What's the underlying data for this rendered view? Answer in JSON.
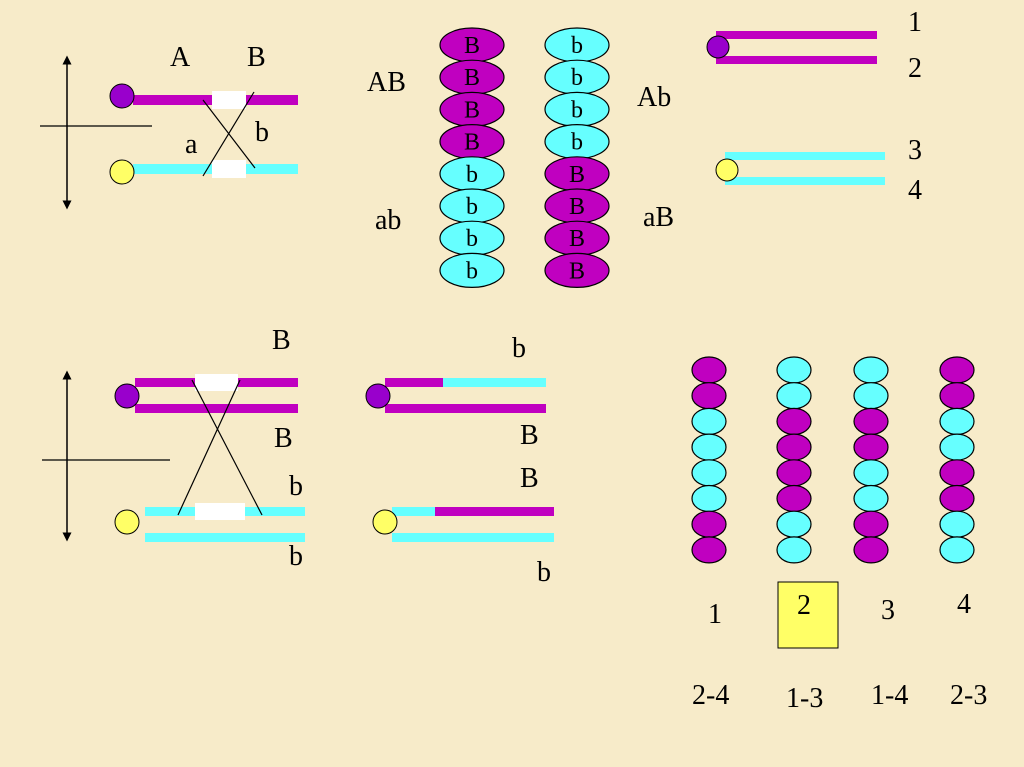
{
  "colors": {
    "magenta": "#c000c0",
    "cyan": "#66ffff",
    "purple": "#9900cc",
    "yellow": "#ffff66",
    "background": "#f7ebc9",
    "box": "#ffff66"
  },
  "top_left": {
    "label_A": "A",
    "label_B": "B",
    "label_a": "a",
    "label_b": "b"
  },
  "top_middle": {
    "label_AB": "AB",
    "label_ab": "ab",
    "label_Ab": "Ab",
    "label_aB": "aB",
    "left_column": [
      "B",
      "B",
      "B",
      "B",
      "b",
      "b",
      "b",
      "b"
    ],
    "right_column": [
      "b",
      "b",
      "b",
      "b",
      "B",
      "B",
      "B",
      "B"
    ]
  },
  "top_right": {
    "label_1": "1",
    "label_2": "2",
    "label_3": "3",
    "label_4": "4"
  },
  "bottom_left": {
    "label_B_top": "B",
    "label_B_mid": "B",
    "label_b_mid": "b",
    "label_b_bottom": "b"
  },
  "bottom_middle": {
    "label_b_top": "b",
    "label_B_1": "B",
    "label_B_2": "B",
    "label_b_bottom": "b"
  },
  "bottom_right": {
    "columns": [
      {
        "label": "1",
        "pair": "2-4",
        "beads": [
          "M",
          "M",
          "C",
          "C",
          "C",
          "C",
          "M",
          "M"
        ]
      },
      {
        "label": "2",
        "pair": "1-3",
        "beads": [
          "C",
          "C",
          "M",
          "M",
          "M",
          "M",
          "C",
          "C"
        ],
        "highlighted": true
      },
      {
        "label": "3",
        "pair": "1-4",
        "beads": [
          "C",
          "C",
          "M",
          "M",
          "C",
          "C",
          "M",
          "M"
        ]
      },
      {
        "label": "4",
        "pair": "2-3",
        "beads": [
          "M",
          "M",
          "C",
          "C",
          "M",
          "M",
          "C",
          "C"
        ]
      }
    ]
  }
}
